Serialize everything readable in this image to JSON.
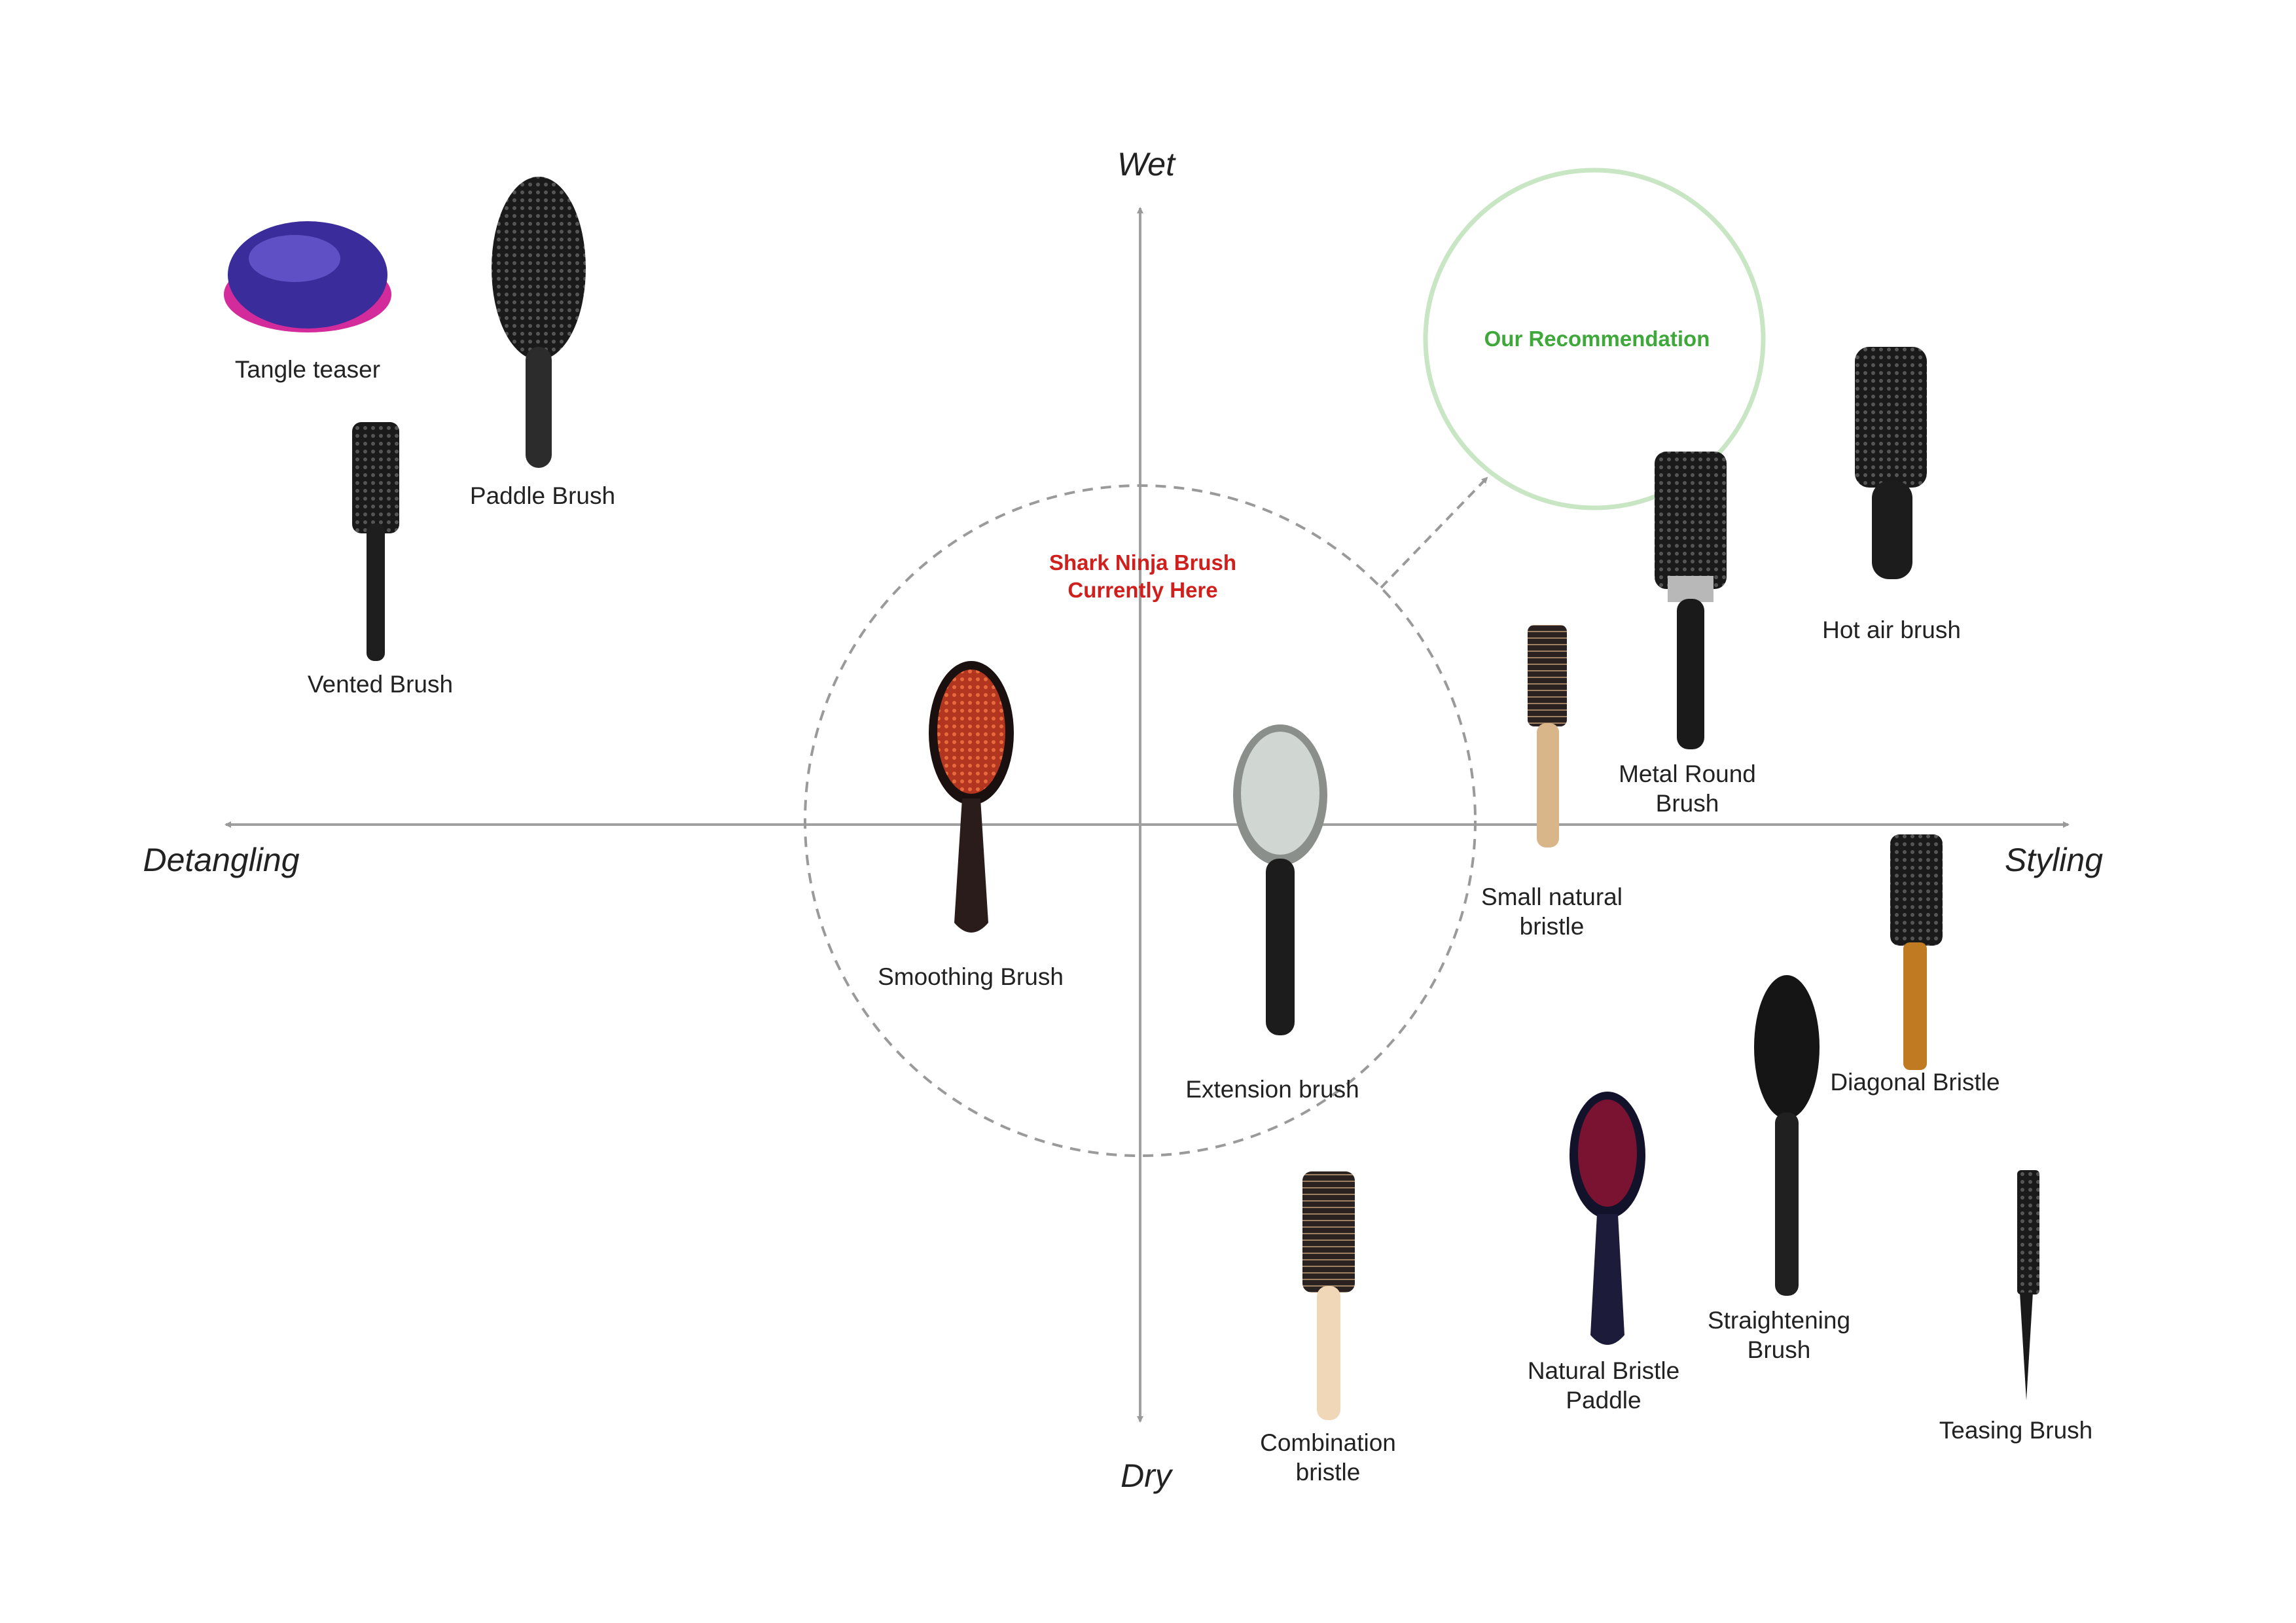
{
  "axes": {
    "top": "Wet",
    "bottom": "Dry",
    "left": "Detangling",
    "right": "Styling"
  },
  "notes": {
    "current": "Shark Ninja Brush\nCurrently Here",
    "current_color": "#d0201e",
    "recommendation": "Our Recommendation",
    "recommendation_color": "#3fa83a"
  },
  "brushes": [
    {
      "key": "tangle",
      "label": "Tangle teaser",
      "icon": "tangle-teaser-icon"
    },
    {
      "key": "paddle",
      "label": "Paddle Brush",
      "icon": "paddle-brush-icon"
    },
    {
      "key": "vented",
      "label": "Vented Brush",
      "icon": "vented-brush-icon"
    },
    {
      "key": "smoothing",
      "label": "Smoothing Brush",
      "icon": "smoothing-brush-icon"
    },
    {
      "key": "extension",
      "label": "Extension brush",
      "icon": "extension-brush-icon"
    },
    {
      "key": "smallnat",
      "label": "Small natural\nbristle",
      "icon": "small-natural-bristle-icon"
    },
    {
      "key": "metal",
      "label": "Metal Round\nBrush",
      "icon": "metal-round-brush-icon"
    },
    {
      "key": "hotair",
      "label": "Hot air brush",
      "icon": "hot-air-brush-icon"
    },
    {
      "key": "diagonal",
      "label": "Diagonal Bristle",
      "icon": "diagonal-bristle-icon"
    },
    {
      "key": "straight",
      "label": "Straightening\nBrush",
      "icon": "straightening-brush-icon"
    },
    {
      "key": "natpaddle",
      "label": "Natural Bristle\nPaddle",
      "icon": "natural-bristle-paddle-icon"
    },
    {
      "key": "combo",
      "label": "Combination\nbristle",
      "icon": "combination-bristle-icon"
    },
    {
      "key": "teasing",
      "label": "Teasing Brush",
      "icon": "teasing-brush-icon"
    }
  ]
}
